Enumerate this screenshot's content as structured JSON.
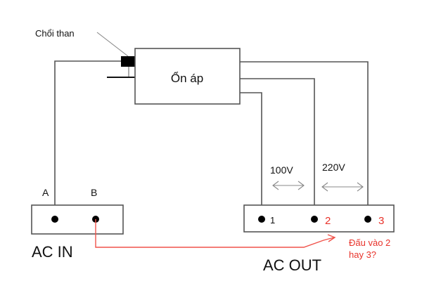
{
  "brush_label": "Chổi than",
  "regulator_label": "Ổn áp",
  "ac_in": {
    "title": "AC IN",
    "terminals": [
      "A",
      "B"
    ]
  },
  "ac_out": {
    "title": "AC OUT",
    "terminals": [
      "1",
      "2",
      "3"
    ]
  },
  "voltage_labels": [
    "100V",
    "220V"
  ],
  "question": [
    "Đấu vào 2",
    "hay 3?"
  ],
  "colors": {
    "wire": "#555555",
    "highlight": "#e8322a"
  }
}
